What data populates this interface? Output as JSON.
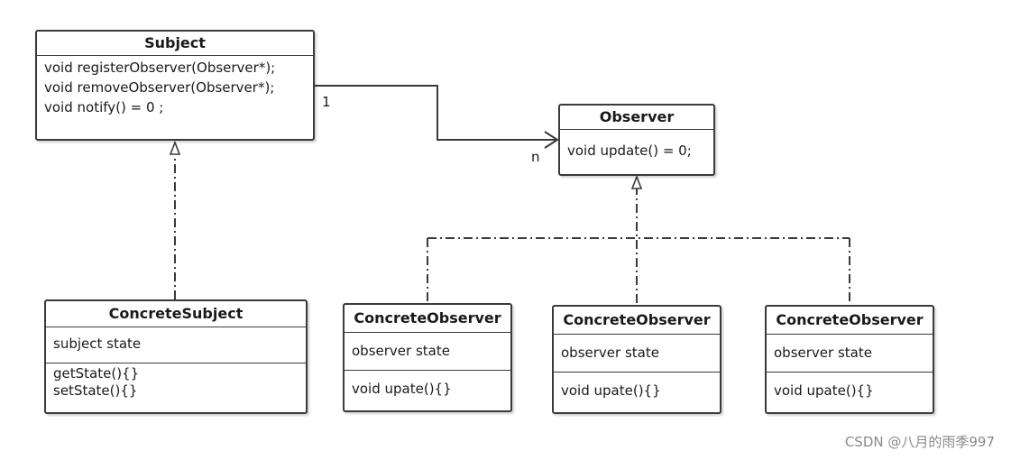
{
  "classes": {
    "subject": {
      "name": "Subject",
      "methods": [
        "void registerObserver(Observer*);",
        "void removeObserver(Observer*);",
        "void notify() = 0 ;"
      ]
    },
    "observer": {
      "name": "Observer",
      "methods": [
        "void update() = 0;"
      ]
    },
    "concrete_subject": {
      "name": "ConcreteSubject",
      "attributes": [
        "subject state"
      ],
      "methods": [
        "getState(){}",
        "setState(){}"
      ]
    },
    "concrete_observers": [
      {
        "name": "ConcreteObserver",
        "attributes": [
          "observer state"
        ],
        "methods": [
          "void upate(){}"
        ]
      },
      {
        "name": "ConcreteObserver",
        "attributes": [
          "observer state"
        ],
        "methods": [
          "void upate(){}"
        ]
      },
      {
        "name": "ConcreteObserver",
        "attributes": [
          "observer state"
        ],
        "methods": [
          "void upate(){}"
        ]
      }
    ]
  },
  "association": {
    "subject_multiplicity": "1",
    "observer_multiplicity": "n"
  },
  "watermark": "CSDN @八月的雨季997"
}
